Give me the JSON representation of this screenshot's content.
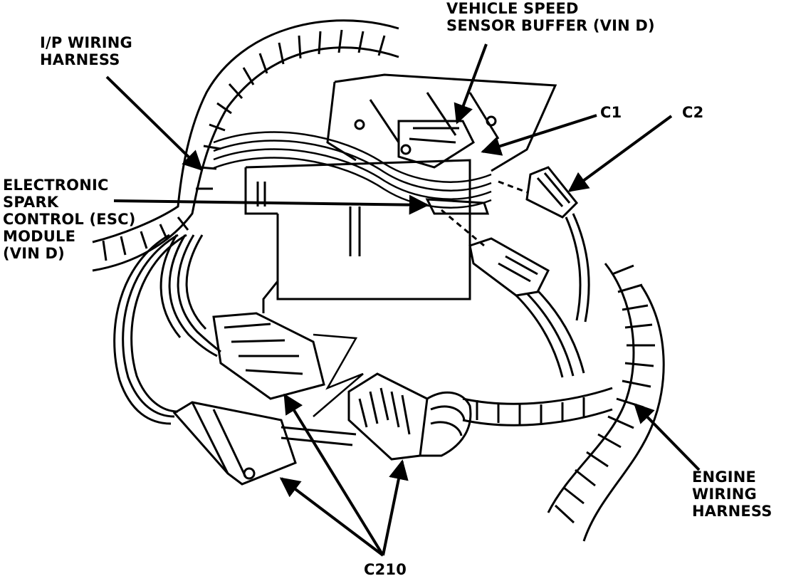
{
  "diagram": {
    "labels": {
      "ip_harness": [
        "I/P WIRING",
        "HARNESS"
      ],
      "vss_buffer": [
        "VEHICLE SPEED",
        "SENSOR BUFFER (VIN D)"
      ],
      "c1": "C1",
      "c2": "C2",
      "esc_module": [
        "ELECTRONIC",
        "SPARK",
        "CONTROL (ESC)",
        "MODULE",
        "(VIN D)"
      ],
      "engine_harness": [
        "ENGINE",
        "WIRING",
        "HARNESS"
      ],
      "c210": "C210"
    },
    "colors": {
      "ink": "#000000",
      "paper": "#ffffff"
    }
  }
}
